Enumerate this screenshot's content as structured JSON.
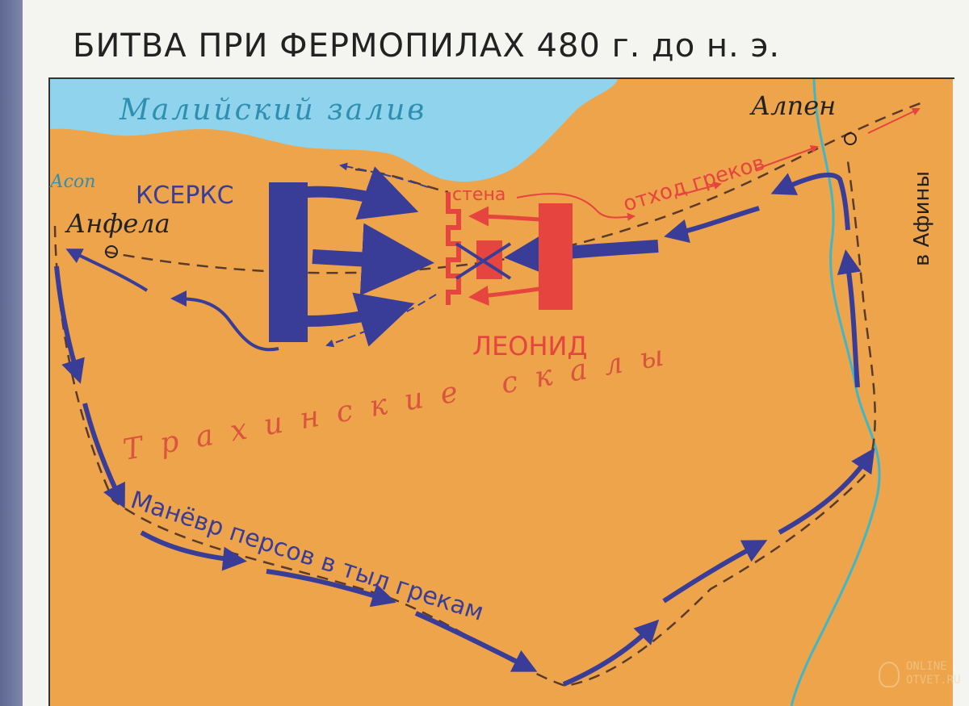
{
  "title": "БИТВА ПРИ ФЕРМОПИЛАХ 480 г. до н. э.",
  "labels": {
    "gulf": "Малийский залив",
    "river": "Асоп",
    "xerxes": "КСЕРКС",
    "anthela": "Анфела",
    "wall": "стена",
    "leonidas": "ЛЕОНИД",
    "retreat": "отход греков",
    "alpen": "Алпен",
    "athens": "в Афины",
    "rocks": "Трахинские скалы",
    "maneuver": "Манёвр персов в тыл грекам"
  },
  "watermark": {
    "line1": "ONLINE",
    "line2": "OTVET.RU"
  },
  "colors": {
    "land": "#eea44a",
    "sea": "#8fd3ec",
    "sea_text": "#2f8fb0",
    "persian": "#3a3d97",
    "greek": "#e5453e",
    "river": "#3fb6c9",
    "path": "#5a3a2a",
    "frame": "#f4f4f1"
  }
}
